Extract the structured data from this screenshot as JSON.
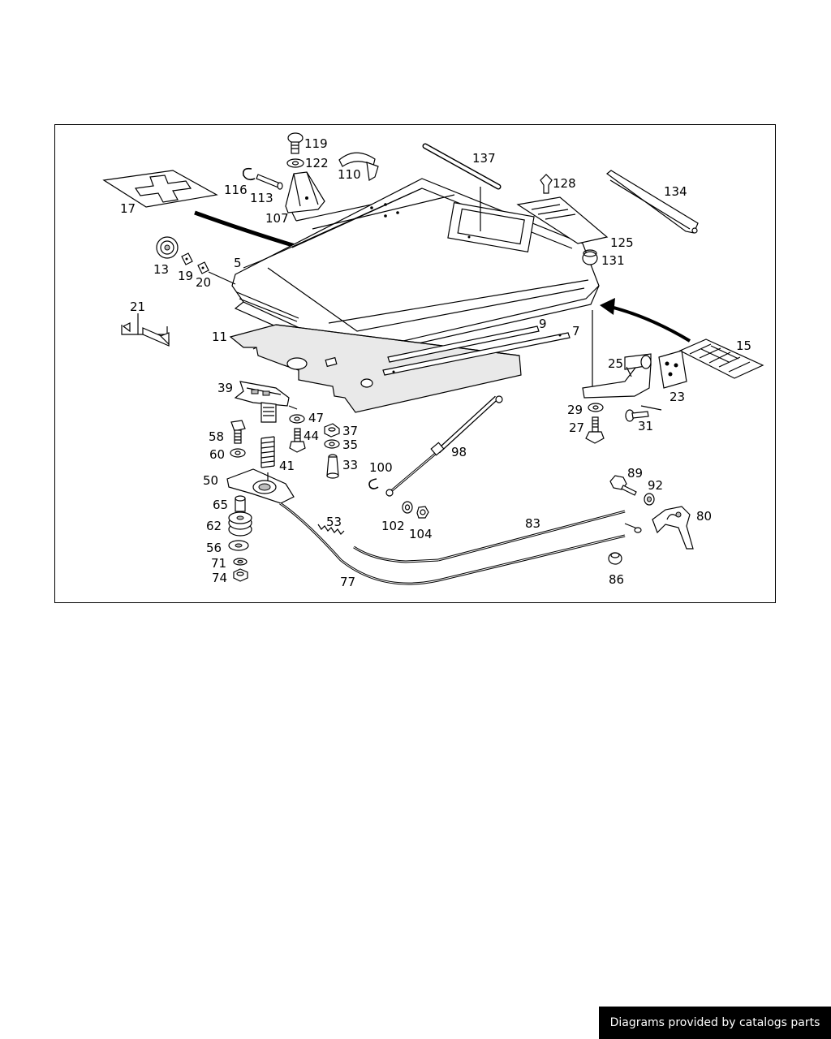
{
  "footer": {
    "credit": "Diagrams provided by catalogs parts"
  },
  "labels": [
    {
      "id": "5",
      "text": "5"
    },
    {
      "id": "7",
      "text": "7"
    },
    {
      "id": "9",
      "text": "9"
    },
    {
      "id": "11",
      "text": "11"
    },
    {
      "id": "13",
      "text": "13"
    },
    {
      "id": "15",
      "text": "15"
    },
    {
      "id": "17",
      "text": "17"
    },
    {
      "id": "19",
      "text": "19"
    },
    {
      "id": "20",
      "text": "20"
    },
    {
      "id": "21",
      "text": "21"
    },
    {
      "id": "23",
      "text": "23"
    },
    {
      "id": "25",
      "text": "25"
    },
    {
      "id": "27",
      "text": "27"
    },
    {
      "id": "29",
      "text": "29"
    },
    {
      "id": "31",
      "text": "31"
    },
    {
      "id": "33",
      "text": "33"
    },
    {
      "id": "35",
      "text": "35"
    },
    {
      "id": "37",
      "text": "37"
    },
    {
      "id": "39",
      "text": "39"
    },
    {
      "id": "41",
      "text": "41"
    },
    {
      "id": "44",
      "text": "44"
    },
    {
      "id": "47",
      "text": "47"
    },
    {
      "id": "50",
      "text": "50"
    },
    {
      "id": "53",
      "text": "53"
    },
    {
      "id": "56",
      "text": "56"
    },
    {
      "id": "58",
      "text": "58"
    },
    {
      "id": "60",
      "text": "60"
    },
    {
      "id": "62",
      "text": "62"
    },
    {
      "id": "65",
      "text": "65"
    },
    {
      "id": "71",
      "text": "71"
    },
    {
      "id": "74",
      "text": "74"
    },
    {
      "id": "77",
      "text": "77"
    },
    {
      "id": "80",
      "text": "80"
    },
    {
      "id": "83",
      "text": "83"
    },
    {
      "id": "86",
      "text": "86"
    },
    {
      "id": "89",
      "text": "89"
    },
    {
      "id": "92",
      "text": "92"
    },
    {
      "id": "98",
      "text": "98"
    },
    {
      "id": "100",
      "text": "100"
    },
    {
      "id": "102",
      "text": "102"
    },
    {
      "id": "104",
      "text": "104"
    },
    {
      "id": "107",
      "text": "107"
    },
    {
      "id": "110",
      "text": "110"
    },
    {
      "id": "113",
      "text": "113"
    },
    {
      "id": "116",
      "text": "116"
    },
    {
      "id": "119",
      "text": "119"
    },
    {
      "id": "122",
      "text": "122"
    },
    {
      "id": "125",
      "text": "125"
    },
    {
      "id": "128",
      "text": "128"
    },
    {
      "id": "131",
      "text": "131"
    },
    {
      "id": "134",
      "text": "134"
    },
    {
      "id": "137",
      "text": "137"
    }
  ]
}
